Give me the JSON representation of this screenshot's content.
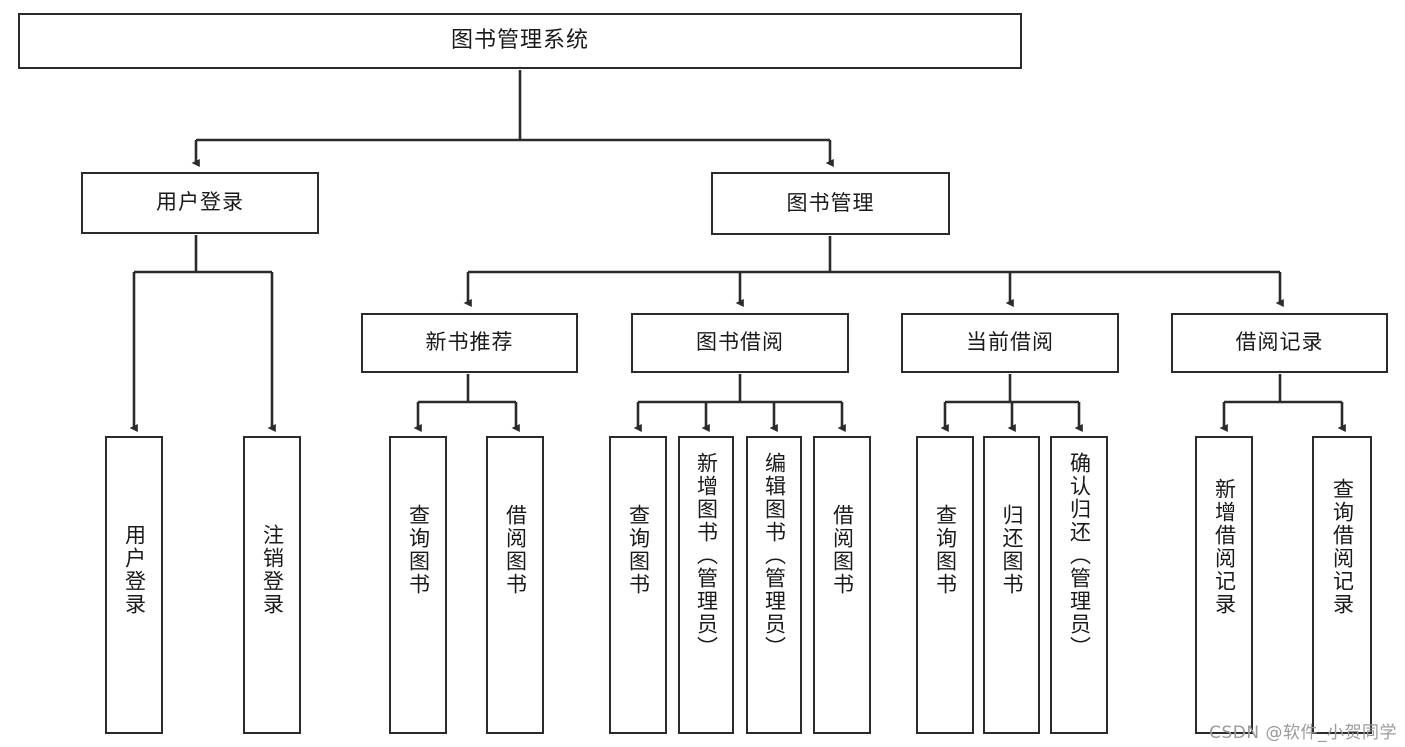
{
  "diagram": {
    "title": "图书管理系统",
    "type": "tree-hierarchy",
    "watermark": "CSDN @软件_小贺同学",
    "colors": {
      "box_border": "#2b2b2b",
      "box_fill": "#ffffff",
      "edge": "#2b2b2b",
      "text": "#1a1a1a",
      "watermark": "#9a9a9a"
    },
    "root": {
      "label": "图书管理系统"
    },
    "level2": [
      {
        "label": "用户登录"
      },
      {
        "label": "图书管理"
      }
    ],
    "level3": [
      {
        "label": "新书推荐"
      },
      {
        "label": "图书借阅"
      },
      {
        "label": "当前借阅"
      },
      {
        "label": "借阅记录"
      }
    ],
    "leaves": {
      "user_login": [
        {
          "label": "用户登录"
        },
        {
          "label": "注销登录"
        }
      ],
      "new_book_recommend": [
        {
          "label": "查询图书"
        },
        {
          "label": "借阅图书"
        }
      ],
      "book_borrow": [
        {
          "label": "查询图书"
        },
        {
          "label": "新增图书（管理员）"
        },
        {
          "label": "编辑图书（管理员）"
        },
        {
          "label": "借阅图书"
        }
      ],
      "current_borrow": [
        {
          "label": "查询图书"
        },
        {
          "label": "归还图书"
        },
        {
          "label": "确认归还（管理员）"
        }
      ],
      "borrow_record": [
        {
          "label": "新增借阅记录"
        },
        {
          "label": "查询借阅记录"
        }
      ]
    }
  }
}
